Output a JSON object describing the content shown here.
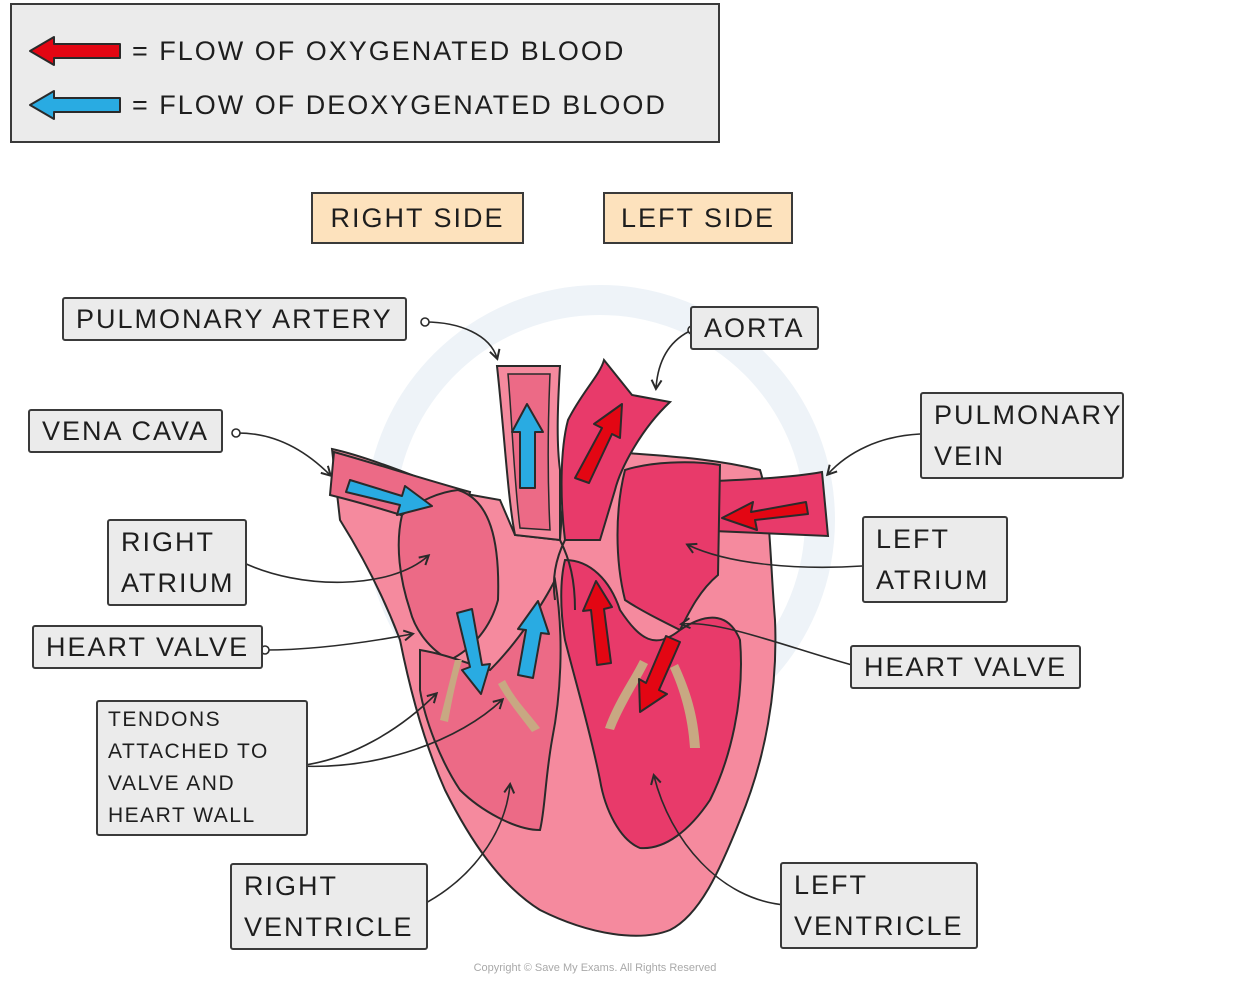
{
  "legend": {
    "oxygenated": "= FLOW  OF  OXYGENATED  BLOOD",
    "deoxygenated": "= FLOW  OF  DEOXYGENATED  BLOOD"
  },
  "sides": {
    "right": "RIGHT  SIDE",
    "left": "LEFT  SIDE"
  },
  "labels": {
    "pulmonary_artery": "PULMONARY  ARTERY",
    "aorta": "AORTA",
    "vena_cava": "VENA  CAVA",
    "pulmonary_vein_1": "PULMONARY",
    "pulmonary_vein_2": "VEIN",
    "right_atrium_1": "RIGHT",
    "right_atrium_2": "ATRIUM",
    "left_atrium_1": "LEFT",
    "left_atrium_2": "ATRIUM",
    "heart_valve_right": "HEART  VALVE",
    "heart_valve_left": "HEART  VALVE",
    "tendons_1": "TENDONS",
    "tendons_2": "ATTACHED  TO",
    "tendons_3": "VALVE  AND",
    "tendons_4": "HEART  WALL",
    "right_ventricle_1": "RIGHT",
    "right_ventricle_2": "VENTRICLE",
    "left_ventricle_1": "LEFT",
    "left_ventricle_2": "VENTRICLE"
  },
  "copyright": "Copyright © Save My Exams. All Rights Reserved",
  "colors": {
    "oxygenated": "#e30613",
    "deoxygenated": "#29abe2",
    "heart_outer": "#f58a9e",
    "heart_right_chamber": "#ec6a86",
    "heart_left_chamber": "#e83a6a",
    "tendon": "#c8a882"
  }
}
